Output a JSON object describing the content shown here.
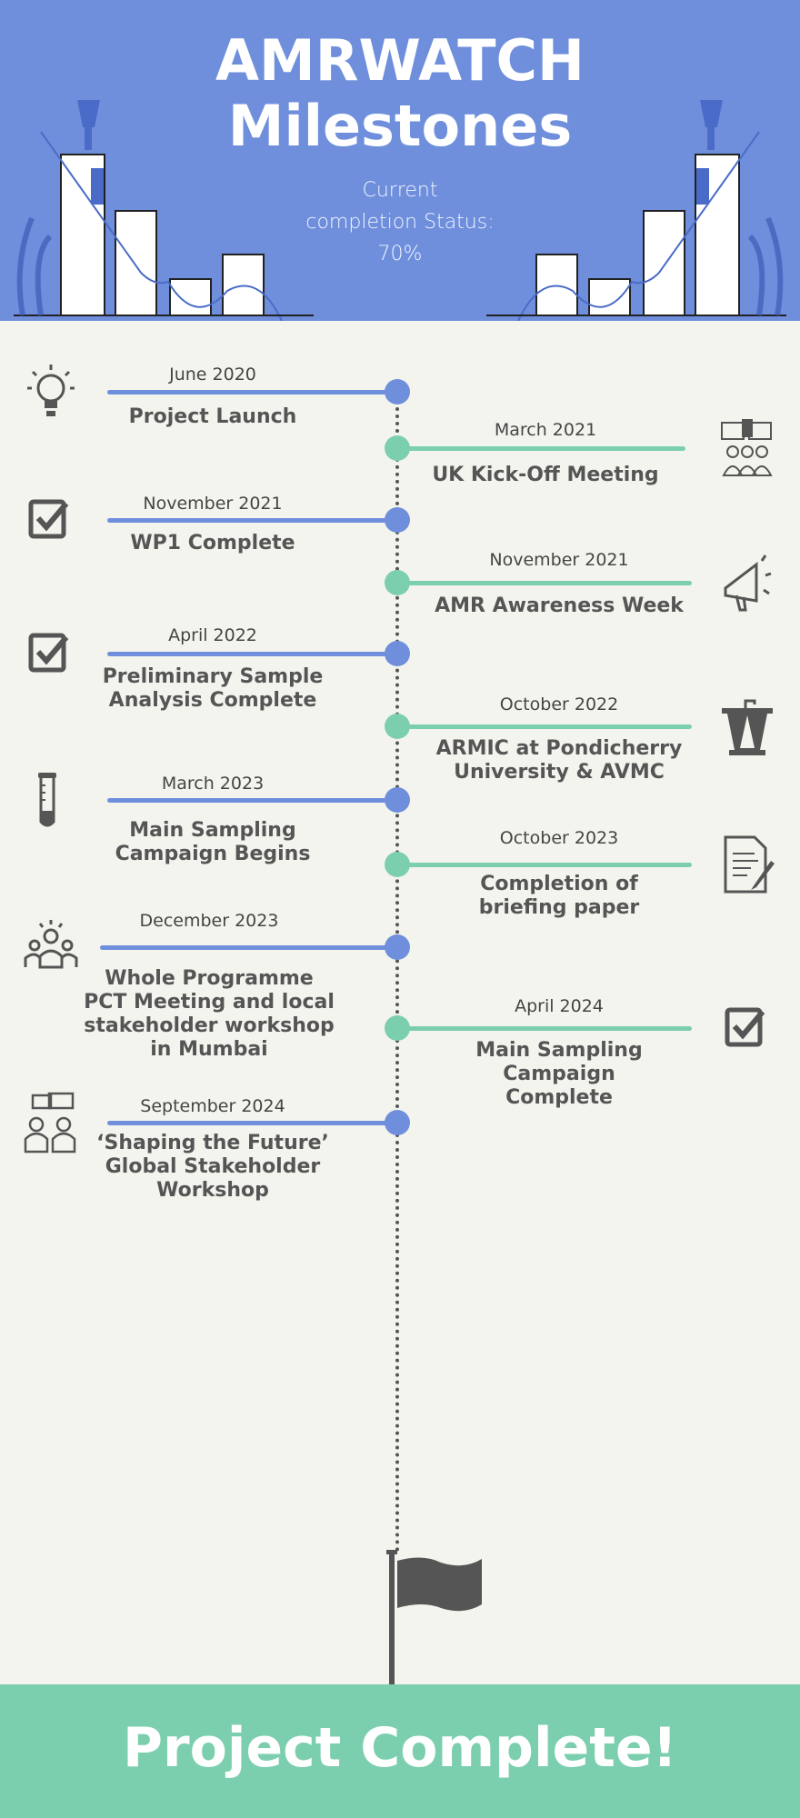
{
  "header": {
    "title_line1": "AMRWATCH",
    "title_line2": "Milestones",
    "status_line1": "Current",
    "status_line2": "completion Status:",
    "status_value": "70%"
  },
  "colors": {
    "header": "#6f8fdc",
    "left_marker": "#6f8fdc",
    "right_marker": "#7ccfae",
    "background": "#f4f4ef"
  },
  "milestones": [
    {
      "date": "June 2020",
      "title": "Project Launch",
      "side": "left",
      "icon": "lightbulb-icon"
    },
    {
      "date": "March 2021",
      "title": "UK Kick-Off Meeting",
      "side": "right",
      "icon": "meeting-icon"
    },
    {
      "date": "November 2021",
      "title": "WP1 Complete",
      "side": "left",
      "icon": "checkbox-icon"
    },
    {
      "date": "November 2021",
      "title": "AMR Awareness Week",
      "side": "right",
      "icon": "megaphone-icon"
    },
    {
      "date": "April 2022",
      "title": "Preliminary Sample\nAnalysis Complete",
      "side": "left",
      "icon": "checkbox-icon"
    },
    {
      "date": "October 2022",
      "title": "ARMIC at Pondicherry\nUniversity & AVMC",
      "side": "right",
      "icon": "podium-icon"
    },
    {
      "date": "March 2023",
      "title": "Main Sampling\nCampaign Begins",
      "side": "left",
      "icon": "test-tube-icon"
    },
    {
      "date": "October 2023",
      "title": "Completion of\nbriefing paper",
      "side": "right",
      "icon": "document-icon"
    },
    {
      "date": "December 2023",
      "title": "Whole Programme\nPCT Meeting and local\nstakeholder workshop\nin Mumbai",
      "side": "left",
      "icon": "group-icon"
    },
    {
      "date": "April 2024",
      "title": "Main Sampling\nCampaign\nComplete",
      "side": "right",
      "icon": "checkbox-icon"
    },
    {
      "date": "September 2024",
      "title": "‘Shaping the Future’\nGlobal Stakeholder\nWorkshop",
      "side": "left",
      "icon": "discussion-icon"
    }
  ],
  "footer": {
    "text": "Project Complete!"
  }
}
